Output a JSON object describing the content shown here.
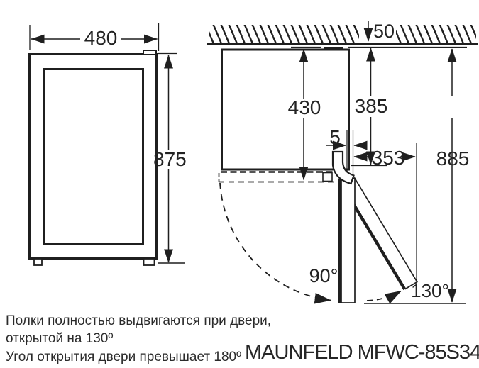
{
  "diagram": {
    "front_view": {
      "width": "480",
      "height": "875"
    },
    "top_view": {
      "wall_gap": "50",
      "depth_overall": "430",
      "depth_body": "385",
      "hinge_side_clearance": "5",
      "door_projection": "353",
      "overall_clearance": "885",
      "angle_open_90": "90°",
      "angle_open_130": "130°"
    }
  },
  "notes": {
    "shelves_line1": "Полки полностью выдвигаются при двери,",
    "shelves_line2": "открытой на 130º",
    "door_angle": "Угол открытия двери превышает 180º"
  },
  "model": "MAUNFELD MFWC-85S34",
  "colors": {
    "line": "#1f1f1f",
    "text": "#232323",
    "background": "#ffffff"
  }
}
